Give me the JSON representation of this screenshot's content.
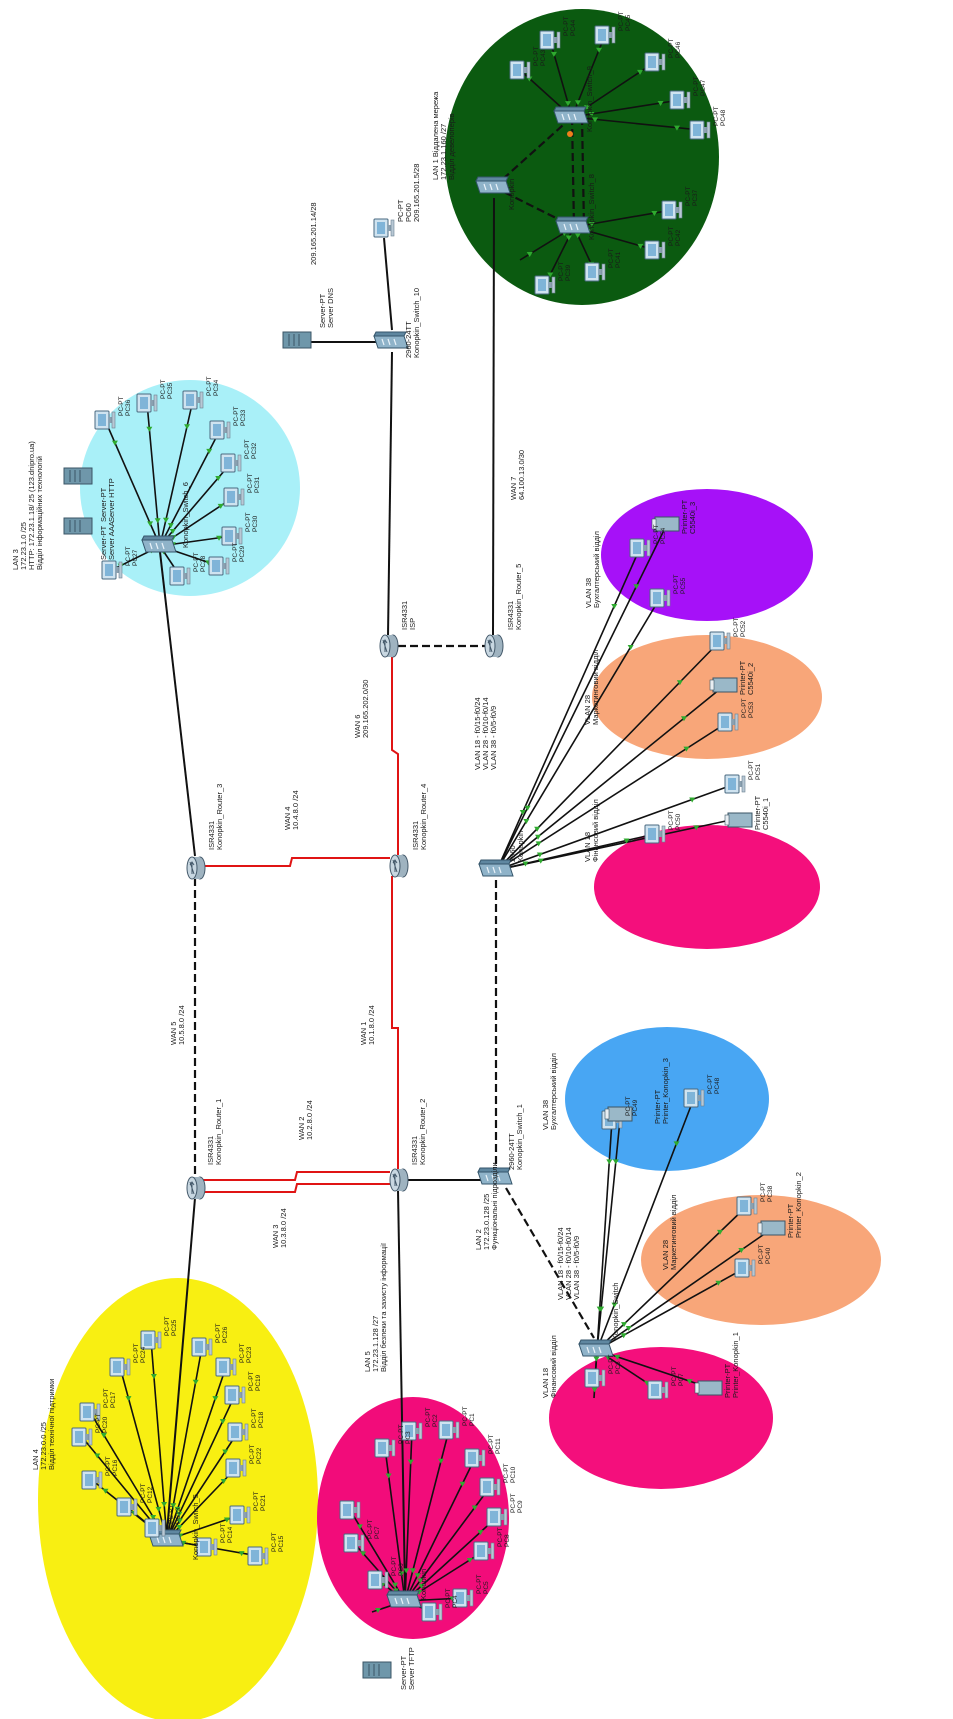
{
  "colors": {
    "lan1": "#0b5a10",
    "lan3": "#a9f0f8",
    "lan4": "#f8ef12",
    "lan5": "#f20c7a",
    "pink": "#f40f7c",
    "orange": "#f8a679",
    "purple": "#a611f8",
    "blue": "#48a6f3",
    "serial": "#e01414",
    "ethernet": "#111111",
    "dashed": "#111111",
    "port": "#2faa2f"
  },
  "routers": {
    "r1": {
      "model": "ISR4331",
      "name": "Konopkin_Router_1"
    },
    "r2": {
      "model": "ISR4331",
      "name": "Konopkin_Router_2"
    },
    "r3": {
      "model": "ISR4331",
      "name": "Konopkin_Router_3"
    },
    "r4": {
      "model": "ISR4331",
      "name": "Konopkin_Router_4"
    },
    "r5": {
      "model": "ISR4331",
      "name": "Konopkin_Router_5"
    },
    "isp": {
      "model": "ISR4331",
      "name": "ISP"
    }
  },
  "switches": {
    "s1": {
      "model": "2960-24TT",
      "name": "Konopkin_Switch_1"
    },
    "s10": {
      "model": "2960-24TT",
      "name": "Konopkin_Switch_10"
    },
    "s3a": {
      "model": "2960",
      "name": "Konopkin"
    },
    "s4": {
      "name": "Konopkin_Switch_5"
    },
    "s6": {
      "name": "Konopkin_Switch_6"
    },
    "lan5sw": {
      "name": "Konopkin"
    },
    "lan2sw": {
      "name": "Konopkin_Switch"
    },
    "lan1a": {
      "name": "Konopkin_Switch_9"
    },
    "lan1b": {
      "name": "Konopkin_Switch_8"
    },
    "lan1c": {
      "name": "Konopkin"
    }
  },
  "wan": {
    "wan1": {
      "name": "WAN 1",
      "net": "10.1.8.0 /24"
    },
    "wan2": {
      "name": "WAN 2",
      "net": "10.2.8.0 /24"
    },
    "wan3": {
      "name": "WAN 3",
      "net": "10.3.8.0 /24"
    },
    "wan4": {
      "name": "WAN 4",
      "net": "10.4.8.0 /24"
    },
    "wan5": {
      "name": "WAN 5",
      "net": "10.5.8.0 /24"
    },
    "wan6": {
      "name": "WAN 6",
      "net": "209.165.202.0/30"
    },
    "wan7": {
      "name": "WAN 7",
      "net": "64.100.13.0/30"
    },
    "isp_net": {
      "net": "209.165.201.14/28"
    }
  },
  "lans": {
    "lan1": {
      "name": "LAN 1 Віддалена мережа",
      "net": "172.23.1.160 /27",
      "dept": "Відділ девелоперів"
    },
    "lan2": {
      "name": "LAN 2",
      "net": "172.23.0.128 /25",
      "dept": "Функціональні підрозділи"
    },
    "lan3": {
      "name": "LAN 3",
      "net": "172.23.1.0 /25",
      "http": "HTTP: 172.23.1.18/ 25 (123.dnipro.ua)",
      "dept": "Відділ інформаційних технологій"
    },
    "lan4": {
      "name": "LAN 4",
      "net": "172.23.0.0 /25",
      "dept": "Відділ технічної підтримки"
    },
    "lan5": {
      "name": "LAN 5",
      "net": "172.23.1.128 /27",
      "dept": "Відділ безпеки та захисту інформації"
    }
  },
  "vlans": {
    "v18_a": {
      "name": "VLAN 18",
      "dept": "Фінансовий відділ"
    },
    "v28_a": {
      "name": "VLAN 28",
      "dept": "Маркетинговий відділ"
    },
    "v38_a": {
      "name": "VLAN 38",
      "dept": "Бухгалтерський відділ"
    },
    "v18_b": {
      "name": "VLAN 18",
      "dept": "Фінансовий відділ"
    },
    "v28_b": {
      "name": "VLAN 28",
      "dept": "Маркетинговий відділ"
    },
    "v38_b": {
      "name": "VLAN 38",
      "dept": "Бухгалтерський відділ"
    },
    "ports_a": [
      "VLAN 18 - f0/15-f0/24",
      "VLAN 28 - f0/10-f0/14",
      "VLAN 38 - f0/5-f0/9"
    ],
    "ports_b": [
      "VLAN 18 - f0/15-f0/24",
      "VLAN 28 - f0/10-f0/14",
      "VLAN 38 - f0/5-f0/9"
    ]
  },
  "devices": {
    "pc_model": "PC-PT",
    "server_model": "Server-PT",
    "printer_model": "Printer-PT",
    "server_http": "Server HTTP",
    "server_aaa": "Server AAA",
    "server_dns": "Server DNS",
    "server_tftp": "Server TFTP",
    "isp_pc_net": "209.165.201.5/28",
    "p_vlan_a1": "Printer_Konopkin_1",
    "p_vlan_a2": "Printer_Konopkin_2",
    "p_vlan_a3": "Printer_Konopkin_3",
    "p_vlan_b1": "C5540i_1",
    "p_vlan_b2": "C5540i_2",
    "p_vlan_b3": "C5540i_3"
  },
  "pcs": {
    "lan1": [
      "PC43",
      "PC44",
      "PC45",
      "PC46",
      "PC47",
      "PC48",
      "PC39",
      "PC41",
      "PC42",
      "PC37"
    ],
    "lan3": [
      "PC36",
      "PC35",
      "PC34",
      "PC33",
      "PC32",
      "PC31",
      "PC30",
      "PC29",
      "PC28",
      "PC27"
    ],
    "lan4": [
      "PC24",
      "PC25",
      "PC26",
      "PC23",
      "PC19",
      "PC18",
      "PC22",
      "PC21",
      "PC17",
      "PC20",
      "PC16",
      "PC12",
      "PC15",
      "PC13",
      "PC14"
    ],
    "lan5": [
      "PC3",
      "PC2",
      "PC1",
      "PC11",
      "PC10",
      "PC9",
      "PC8",
      "PC5",
      "PC4",
      "PC6",
      "PC7"
    ],
    "v18_a": [
      "PC6",
      "PC7"
    ],
    "v28_a": [
      "PC40",
      "PC38"
    ],
    "v38_a": [
      "PC48",
      "PC49"
    ],
    "v18_b": [
      "PC51",
      "PC50"
    ],
    "v28_b": [
      "PC52",
      "PC53"
    ],
    "v38_b": [
      "PC54",
      "PC55"
    ],
    "isp": "PC60"
  }
}
